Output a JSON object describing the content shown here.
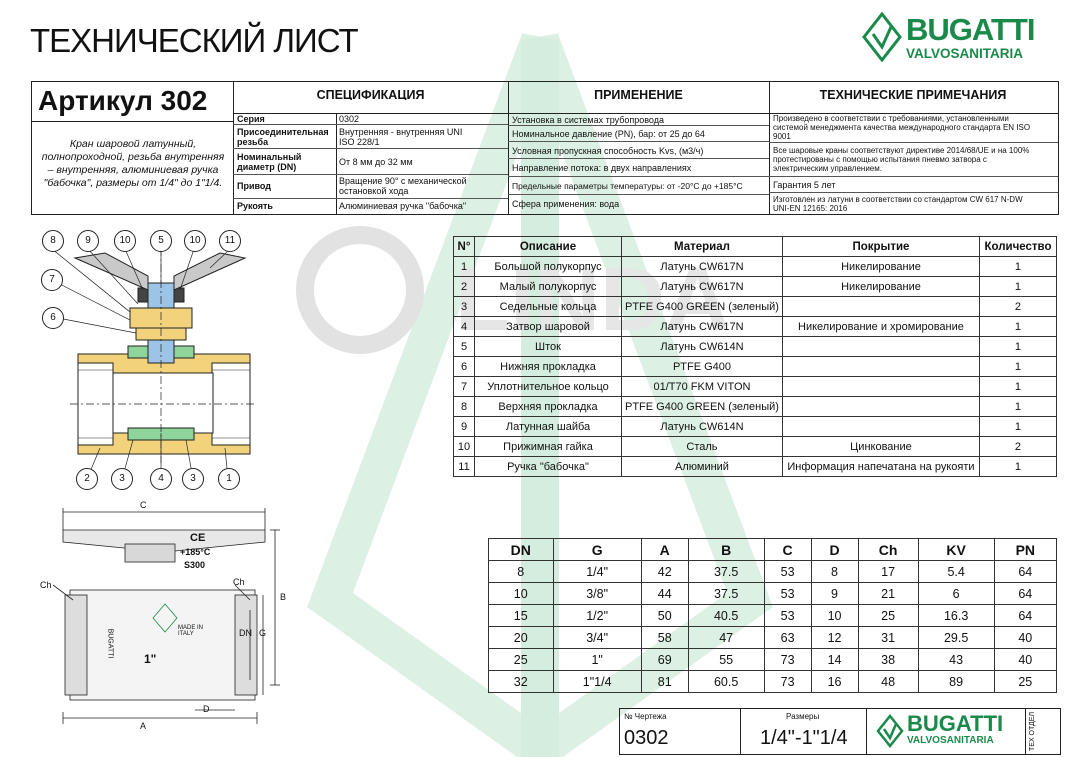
{
  "header": {
    "title": "ТЕХНИЧЕСКИЙ ЛИСТ",
    "brand": "BUGATTI",
    "brand_sub": "VALVOSANITARIA"
  },
  "article": {
    "title": "Артикул 302",
    "description": "Кран шаровой латунный, полнопроходной, резьба внутренняя – внутренняя, алюминиевая ручка \"бабочка\", размеры от 1/4\" до 1\"1/4."
  },
  "spec": {
    "heading": "СПЕЦИФИКАЦИЯ",
    "rows": [
      {
        "label": "Серия",
        "value": "0302"
      },
      {
        "label": "Присоединительная резьба",
        "value": "Внутренняя - внутренняя UNI ISO 228/1"
      },
      {
        "label": "Номинальный диаметр (DN)",
        "value": "От 8 мм до 32 мм"
      },
      {
        "label": "Привод",
        "value": "Вращение 90° с механической остановкой хода"
      },
      {
        "label": "Рукоять",
        "value": "Алюминиевая ручка \"бабочка\""
      }
    ]
  },
  "application": {
    "heading": "ПРИМЕНЕНИЕ",
    "rows": [
      "Установка в системах трубопровода",
      "Номинальное давление (PN), бар: от 25 до 64",
      "Условная пропускная способность Kvs, (м3/ч)",
      "Направление потока: в двух направлениях",
      "Предельные параметры температуры: от -20°C до +185°C",
      "Сфера применения: вода"
    ]
  },
  "notes": {
    "heading": "ТЕХНИЧЕСКИЕ ПРИМЕЧАНИЯ",
    "rows": [
      "Произведено в соответствии с требованиями, установленными системой менеджмента качества международного стандарта EN ISO 9001",
      "Все шаровые краны соответствуют директиве 2014/68/UE и на 100% протестированы с помощью испытания пневмо затвора с электрическим управлением.",
      "Гарантия 5 лет",
      "Изготовлен из латуни в соответствии со стандартом CW 617 N-DW UNI-EN 12165: 2016"
    ]
  },
  "parts_table": {
    "headers": [
      "N°",
      "Описание",
      "Материал",
      "Покрытие",
      "Количество"
    ],
    "rows": [
      [
        "1",
        "Большой полукорпус",
        "Латунь CW617N",
        "Никелирование",
        "1"
      ],
      [
        "2",
        "Малый полукорпус",
        "Латунь CW617N",
        "Никелирование",
        "1"
      ],
      [
        "3",
        "Седельные кольца",
        "PTFE G400 GREEN (зеленый)",
        "",
        "2"
      ],
      [
        "4",
        "Затвор шаровой",
        "Латунь CW617N",
        "Никелирование и хромирование",
        "1"
      ],
      [
        "5",
        "Шток",
        "Латунь CW614N",
        "",
        "1"
      ],
      [
        "6",
        "Нижняя прокладка",
        "PTFE G400",
        "",
        "1"
      ],
      [
        "7",
        "Уплотнительное кольцо",
        "01/T70 FKM VITON",
        "",
        "1"
      ],
      [
        "8",
        "Верхняя прокладка",
        "PTFE G400 GREEN (зеленый)",
        "",
        "1"
      ],
      [
        "9",
        "Латунная шайба",
        "Латунь CW614N",
        "",
        "1"
      ],
      [
        "10",
        "Прижимная гайка",
        "Сталь",
        "Цинкование",
        "2"
      ],
      [
        "11",
        "Ручка \"бабочка\"",
        "Алюминий",
        "Информация напечатана на рукояти",
        "1"
      ]
    ]
  },
  "dims_table": {
    "headers": [
      "DN",
      "G",
      "A",
      "B",
      "C",
      "D",
      "Ch",
      "KV",
      "PN"
    ],
    "rows": [
      [
        "8",
        "1/4\"",
        "42",
        "37.5",
        "53",
        "8",
        "17",
        "5.4",
        "64"
      ],
      [
        "10",
        "3/8\"",
        "44",
        "37.5",
        "53",
        "9",
        "21",
        "6",
        "64"
      ],
      [
        "15",
        "1/2\"",
        "50",
        "40.5",
        "53",
        "10",
        "25",
        "16.3",
        "64"
      ],
      [
        "20",
        "3/4\"",
        "58",
        "47",
        "63",
        "12",
        "31",
        "29.5",
        "40"
      ],
      [
        "25",
        "1\"",
        "69",
        "55",
        "73",
        "14",
        "38",
        "43",
        "40"
      ],
      [
        "32",
        "1\"1/4",
        "81",
        "60.5",
        "73",
        "16",
        "48",
        "89",
        "25"
      ]
    ]
  },
  "drawing": {
    "callouts_top": [
      "8",
      "9",
      "10",
      "5",
      "10",
      "11"
    ],
    "callouts_left": [
      "7",
      "6"
    ],
    "callouts_bottom": [
      "2",
      "3",
      "4",
      "3",
      "1"
    ],
    "dim_labels": {
      "c": "C",
      "b": "B",
      "a": "A",
      "d": "D",
      "dn": "DN",
      "g": "G",
      "ch_left": "Ch",
      "ch_right": "Ch"
    },
    "handle_marks": [
      "CE",
      "+185°C",
      "S300"
    ],
    "body_marks": [
      "MADE IN ITALY",
      "BUGATTI",
      "1\""
    ],
    "watermark": "LINDA"
  },
  "footer": {
    "drawing_no_label": "№ Чертежа",
    "drawing_no": "0302",
    "sizes_label": "Размеры",
    "sizes": "1/4\"-1\"1/4",
    "dept": "ТЕХ ОТДЕЛ"
  },
  "colors": {
    "brand_green": "#1a8a4a",
    "watermark_green": "#cfe9d8",
    "body_yellow": "#f2d27a",
    "seal_green": "#8fd49a",
    "handle_grey": "#b8b8b8"
  }
}
